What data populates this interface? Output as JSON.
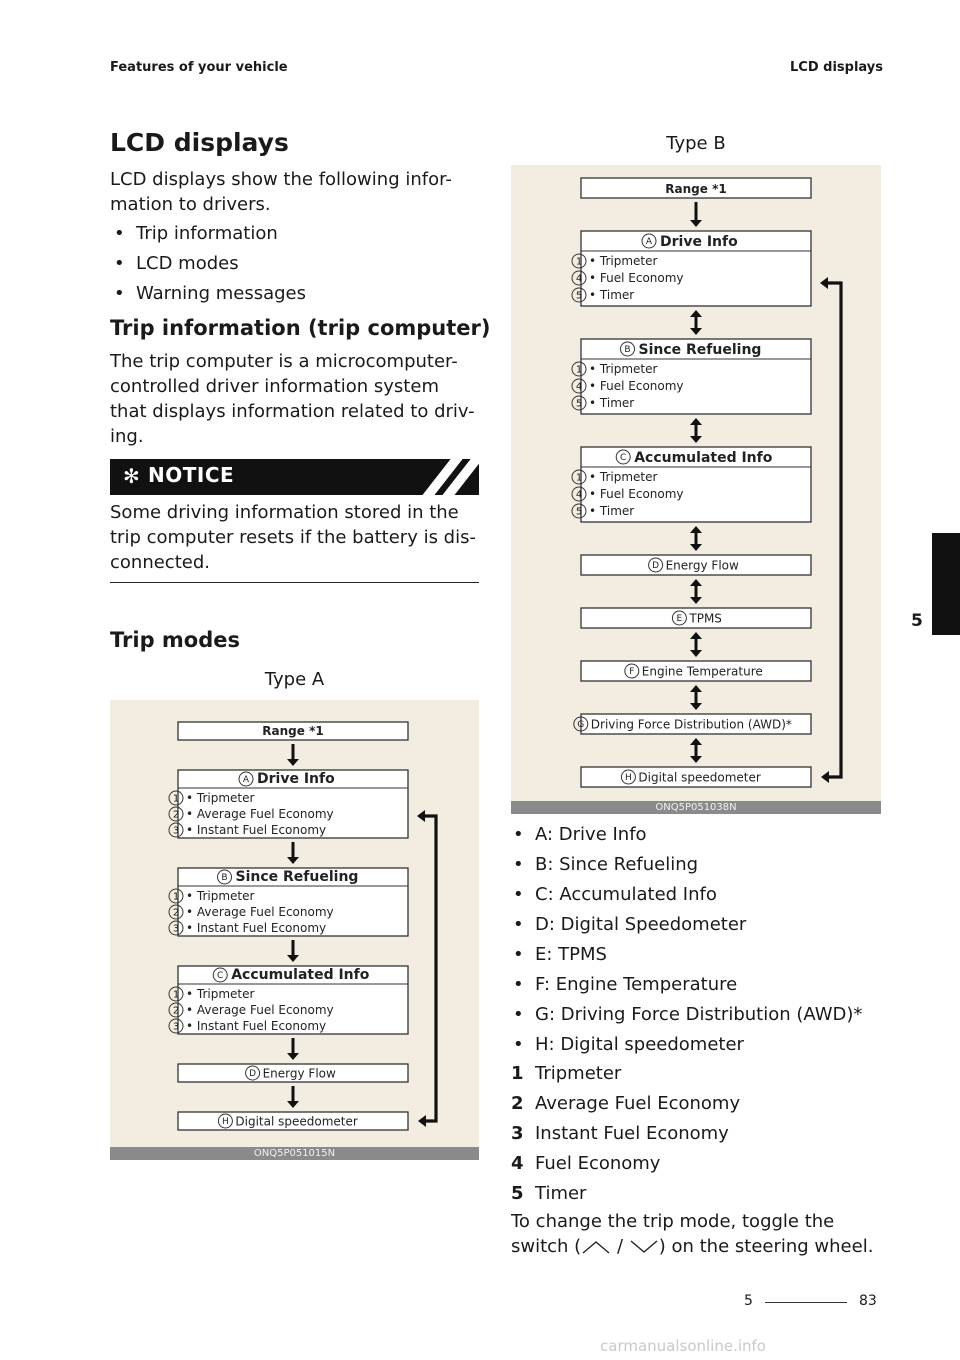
{
  "header": {
    "left": "Features of your vehicle",
    "right": "LCD displays"
  },
  "title": "LCD displays",
  "intro": [
    "LCD displays show the following infor-",
    "mation to drivers."
  ],
  "intro_bullets": [
    "Trip information",
    "LCD modes",
    "Warning messages"
  ],
  "trip_heading": "Trip information (trip computer)",
  "trip_text": [
    "The trip computer is a microcomputer-",
    "controlled driver information system",
    "that displays information related to driv-",
    "ing."
  ],
  "notice": {
    "label": "NOTICE",
    "text": [
      "Some driving information stored in the",
      "trip computer resets if the battery is dis-",
      "connected."
    ]
  },
  "modes_heading": "Trip modes",
  "type_a": {
    "label": "Type A",
    "caption": "ONQ5P051015N",
    "range": "Range *1",
    "groups": [
      {
        "letter": "A",
        "title": "Drive Info",
        "items": [
          {
            "num": "1",
            "text": "• Tripmeter"
          },
          {
            "num": "2",
            "text": "• Average Fuel Economy"
          },
          {
            "num": "3",
            "text": "• Instant Fuel Economy"
          }
        ]
      },
      {
        "letter": "B",
        "title": "Since Refueling",
        "items": [
          {
            "num": "1",
            "text": "• Tripmeter"
          },
          {
            "num": "2",
            "text": "• Average Fuel Economy"
          },
          {
            "num": "3",
            "text": "• Instant Fuel Economy"
          }
        ]
      },
      {
        "letter": "C",
        "title": "Accumulated Info",
        "items": [
          {
            "num": "1",
            "text": "• Tripmeter"
          },
          {
            "num": "2",
            "text": "• Average Fuel Economy"
          },
          {
            "num": "3",
            "text": "• Instant Fuel Economy"
          }
        ]
      }
    ],
    "singles": [
      {
        "letter": "D",
        "text": "Energy Flow"
      },
      {
        "letter": "H",
        "text": "Digital speedometer"
      }
    ]
  },
  "type_b": {
    "label": "Type B",
    "caption": "ONQ5P051038N",
    "range": "Range *1",
    "groups": [
      {
        "letter": "A",
        "title": "Drive Info",
        "items": [
          {
            "num": "1",
            "text": "• Tripmeter"
          },
          {
            "num": "4",
            "text": "• Fuel Economy"
          },
          {
            "num": "5",
            "text": "• Timer"
          }
        ]
      },
      {
        "letter": "B",
        "title": "Since Refueling",
        "items": [
          {
            "num": "1",
            "text": "• Tripmeter"
          },
          {
            "num": "4",
            "text": "• Fuel Economy"
          },
          {
            "num": "5",
            "text": "• Timer"
          }
        ]
      },
      {
        "letter": "C",
        "title": "Accumulated Info",
        "items": [
          {
            "num": "1",
            "text": "• Tripmeter"
          },
          {
            "num": "4",
            "text": "• Fuel Economy"
          },
          {
            "num": "5",
            "text": "• Timer"
          }
        ]
      }
    ],
    "singles": [
      {
        "letter": "D",
        "text": "Energy Flow"
      },
      {
        "letter": "E",
        "text": "TPMS"
      },
      {
        "letter": "F",
        "text": "Engine Temperature"
      },
      {
        "letter": "G",
        "text": "Driving Force Distribution (AWD)*"
      },
      {
        "letter": "H",
        "text": "Digital speedometer"
      }
    ]
  },
  "legend_letters": [
    "A: Drive Info",
    "B: Since Refueling",
    "C: Accumulated Info",
    "D: Digital Speedometer",
    "E: TPMS",
    "F: Engine Temperature",
    "G: Driving Force Distribution (AWD)*",
    "H: Digital speedometer"
  ],
  "legend_numbers": [
    {
      "num": "1",
      "text": "Tripmeter"
    },
    {
      "num": "2",
      "text": "Average Fuel Economy"
    },
    {
      "num": "3",
      "text": "Instant Fuel Economy"
    },
    {
      "num": "4",
      "text": "Fuel Economy"
    },
    {
      "num": "5",
      "text": "Timer"
    }
  ],
  "toggle_text": {
    "line1": "To change the trip mode, toggle the",
    "line2_pre": "switch (",
    "line2_sep": " / ",
    "line2_post": ") on the steering wheel."
  },
  "side_tab": "5",
  "footer": {
    "chapter": "5",
    "page": "83"
  },
  "watermark": "carmanualsonline.info"
}
